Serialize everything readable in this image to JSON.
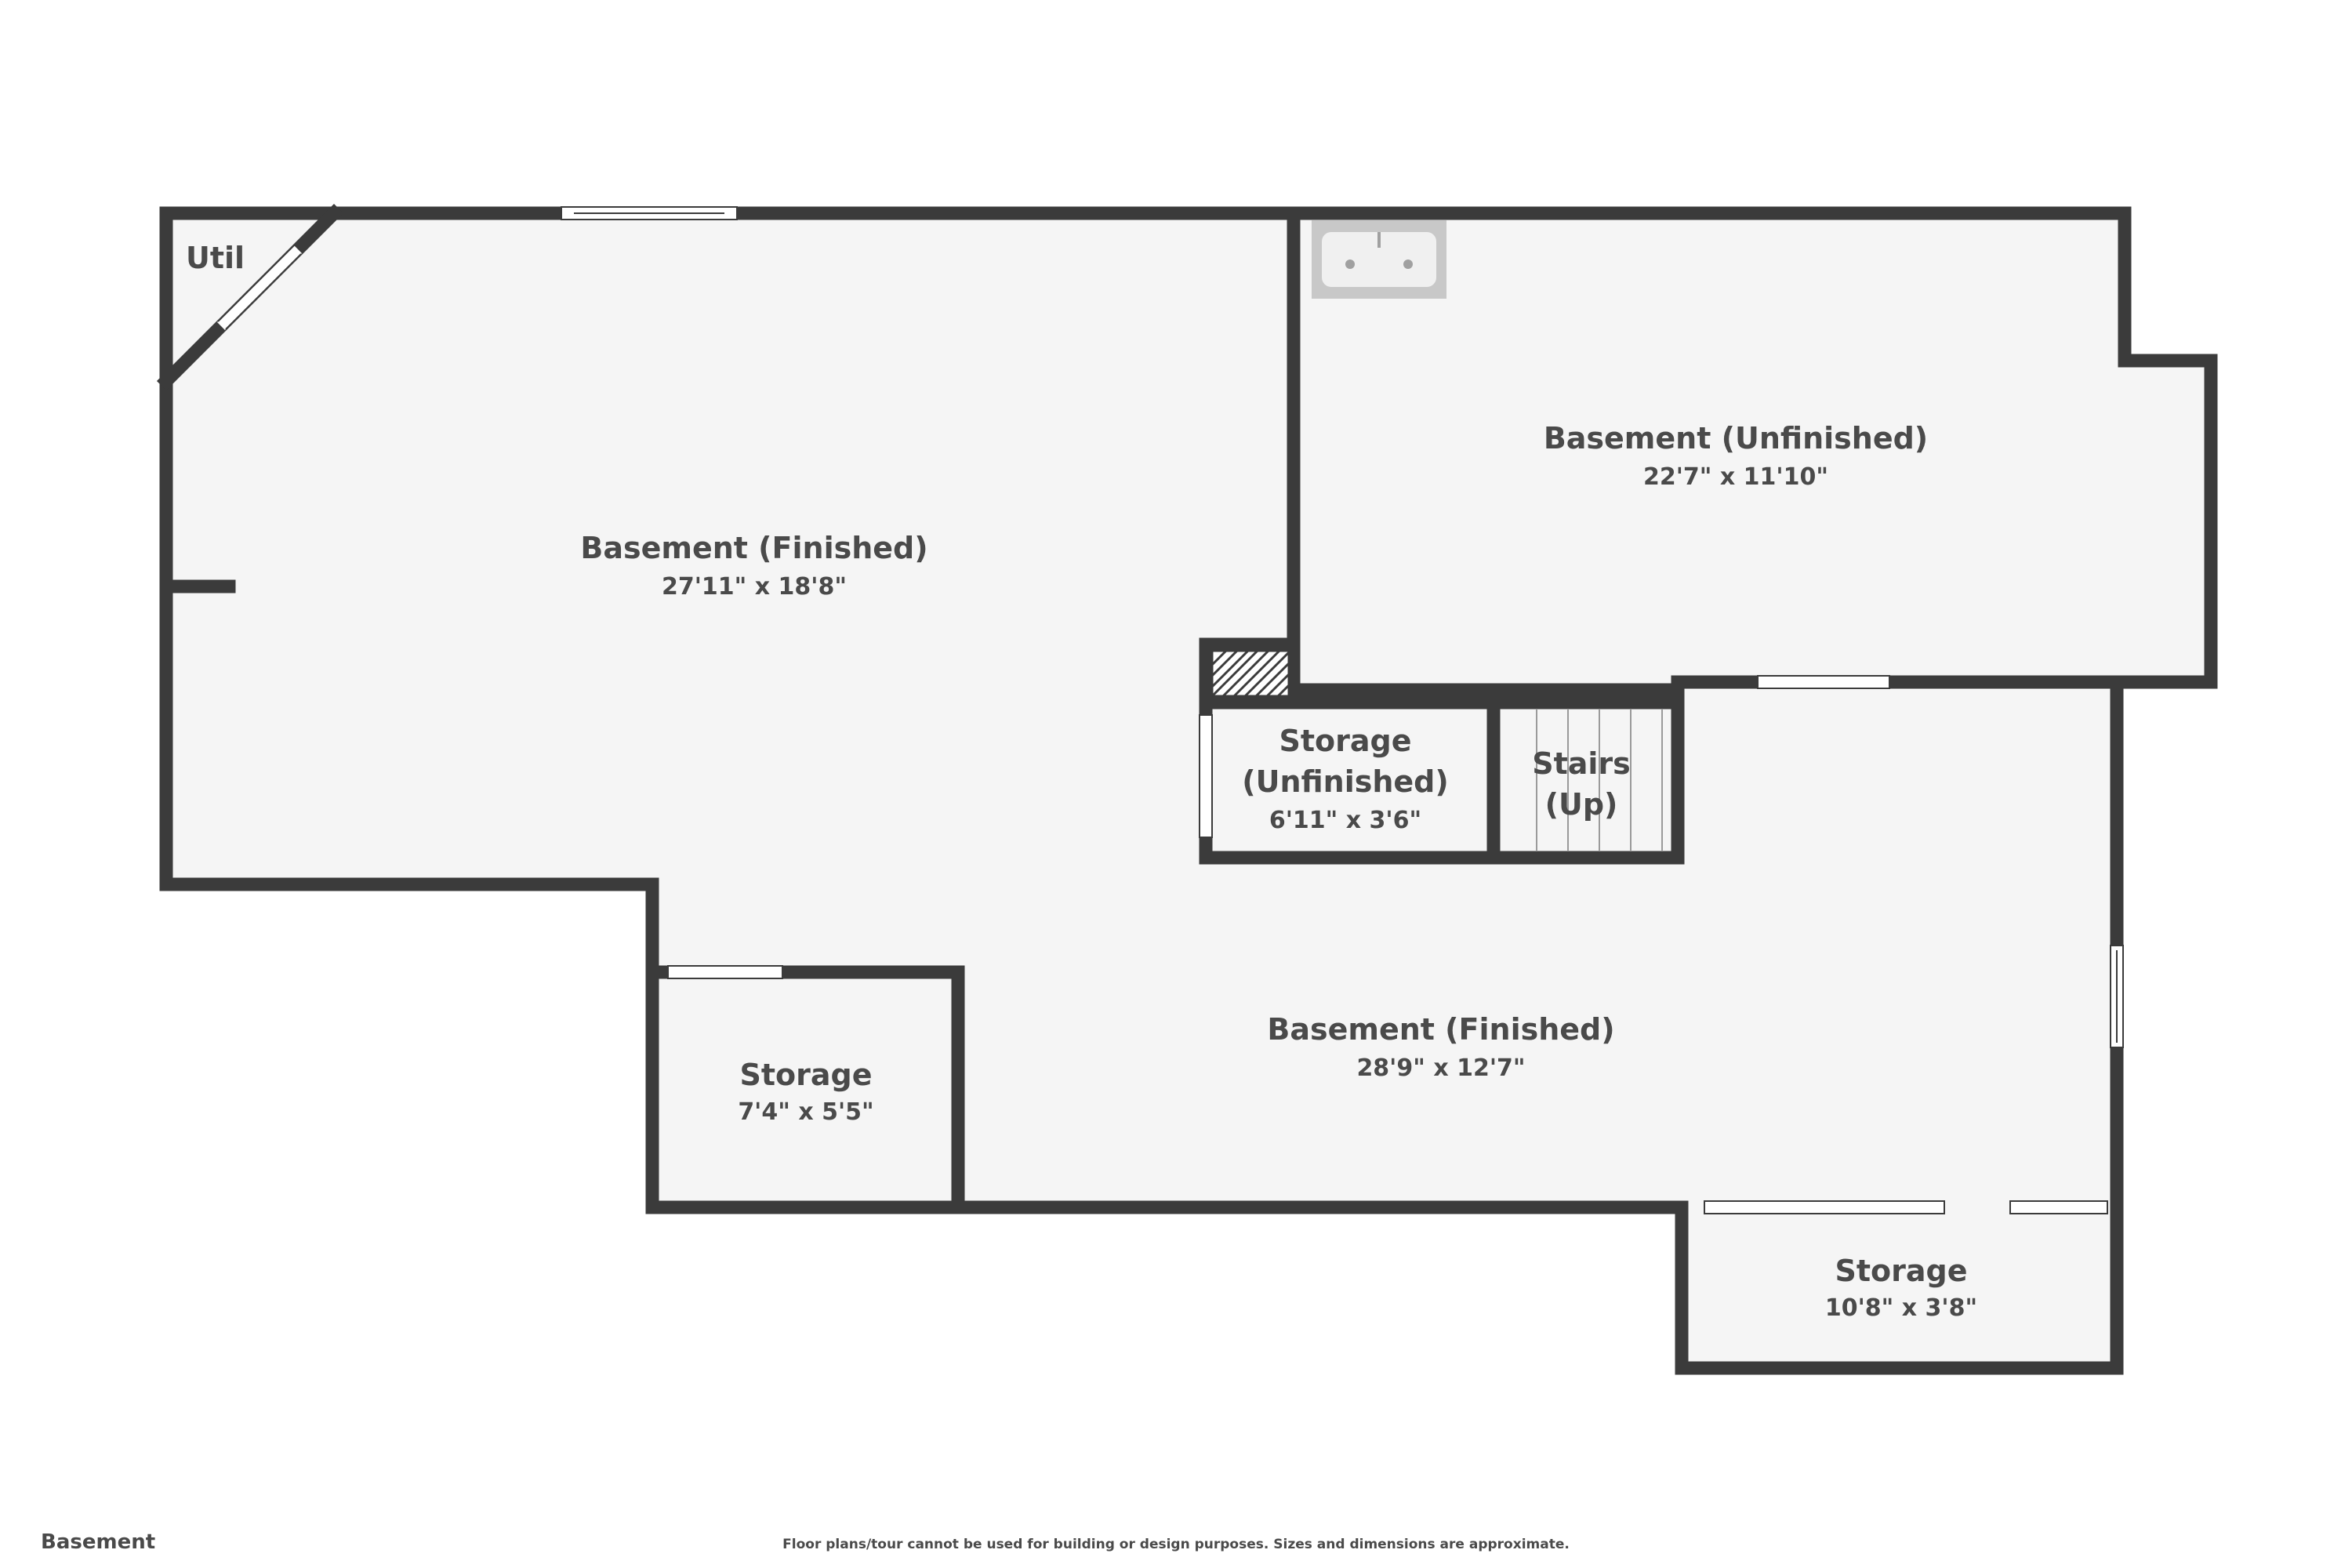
{
  "plan": {
    "floor_name": "Basement",
    "disclaimer": "Floor plans/tour cannot be used for building or design purposes. Sizes and dimensions are approximate.",
    "rooms": [
      {
        "id": "util",
        "name": "Util"
      },
      {
        "id": "basement_finished_1",
        "name": "Basement (Finished)",
        "dimensions": "27'11\" x 18'8\""
      },
      {
        "id": "basement_unfinished",
        "name": "Basement (Unfinished)",
        "dimensions": "22'7\" x 11'10\""
      },
      {
        "id": "storage_unfinished",
        "name_line1": "Storage",
        "name_line2": "(Unfinished)",
        "dimensions": "6'11\" x 3'6\""
      },
      {
        "id": "stairs",
        "name_line1": "Stairs",
        "name_line2": "(Up)"
      },
      {
        "id": "basement_finished_2",
        "name": "Basement (Finished)",
        "dimensions": "28'9\" x 12'7\""
      },
      {
        "id": "storage_1",
        "name": "Storage",
        "dimensions": "7'4\" x 5'5\""
      },
      {
        "id": "storage_2",
        "name": "Storage",
        "dimensions": "10'8\" x 3'8\""
      }
    ]
  },
  "colors": {
    "wall": "#3b3b3b",
    "floor": "#f5f5f5",
    "text": "#4a4a4a",
    "fixture": "#c8c8c8"
  }
}
